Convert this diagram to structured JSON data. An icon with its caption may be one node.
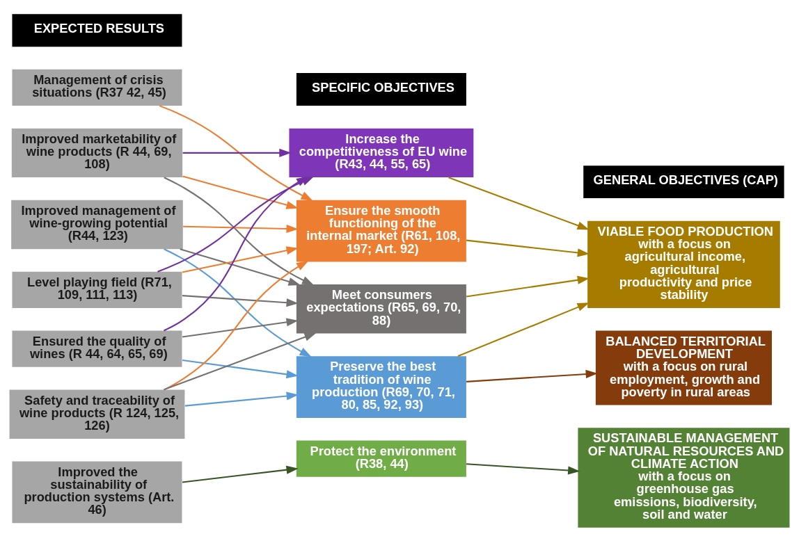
{
  "diagram": {
    "nodes": [
      {
        "text": [
          "EXPECTED RESULTS"
        ]
      },
      {
        "text": [
          "SPECIFIC OBJECTIVES"
        ]
      },
      {
        "text": [
          "GENERAL OBJECTIVES (CAP)"
        ]
      },
      {
        "text": [
          "Management of crisis situations (R37 42, 45)"
        ]
      },
      {
        "text": [
          "Improved marketability of wine products (R 44, 69, 108)"
        ]
      },
      {
        "text": [
          "Improved management of wine-growing potential (R44, 123)"
        ]
      },
      {
        "text": [
          "Level playing field (R71, 109, 111, 113)"
        ]
      },
      {
        "text": [
          "Ensured the quality of wines (R 44, 64, 65, 69)"
        ]
      },
      {
        "text": [
          "Safety and traceability of wine products (R 124, 125, 126)"
        ]
      },
      {
        "text": [
          "Improved the sustainability of production systems (Art. 46)"
        ]
      },
      {
        "text": [
          "Increase the competitiveness of EU wine (R43, 44, 55, 65)"
        ]
      },
      {
        "text": [
          "Ensure the smooth functioning of the internal market (R61, 108, 197; Art. 92)"
        ]
      },
      {
        "text": [
          "Meet consumers expectations (R65, 69, 70, 88)"
        ]
      },
      {
        "text": [
          "Preserve the best tradition of wine production (R69, 70, 71, 80, 85, 92, 93)"
        ]
      },
      {
        "text": [
          "Protect the environment (R38, 44)"
        ]
      },
      {
        "text": [
          "VIABLE FOOD PRODUCTION",
          "with a focus on agricultural income, agricultural productivity and price stability"
        ]
      },
      {
        "text": [
          "BALANCED TERRITORIAL DEVELOPMENT",
          "with a focus on rural employment, growth and poverty in rural areas"
        ]
      },
      {
        "text": [
          "SUSTAINABLE MANAGEMENT OF NATURAL RESOURCES AND CLIMATE ACTION",
          "with a focus on greenhouse gas emissions, biodiversity, soil and water"
        ]
      }
    ],
    "edges": [
      {
        "from": 3,
        "to": 11,
        "arrow": "to",
        "color": "#ed7d31"
      },
      {
        "from": 4,
        "to": 10,
        "arrow": "to",
        "color": "#7030a0"
      },
      {
        "from": 4,
        "to": 11,
        "arrow": "to",
        "color": "#ed7d31"
      },
      {
        "from": 4,
        "to": 12,
        "arrow": "to",
        "color": "#767171"
      },
      {
        "from": 5,
        "to": 11,
        "arrow": "to",
        "color": "#ed7d31"
      },
      {
        "from": 5,
        "to": 12,
        "arrow": "to",
        "color": "#767171"
      },
      {
        "from": 5,
        "to": 13,
        "arrow": "to",
        "color": "#5b9bd5"
      },
      {
        "from": 6,
        "to": 10,
        "arrow": "to",
        "color": "#7030a0"
      },
      {
        "from": 6,
        "to": 11,
        "arrow": "to",
        "color": "#ed7d31"
      },
      {
        "from": 6,
        "to": 12,
        "arrow": "to",
        "color": "#767171"
      },
      {
        "from": 7,
        "to": 10,
        "arrow": "to",
        "color": "#7030a0"
      },
      {
        "from": 7,
        "to": 12,
        "arrow": "to",
        "color": "#767171"
      },
      {
        "from": 7,
        "to": 13,
        "arrow": "to",
        "color": "#5b9bd5"
      },
      {
        "from": 8,
        "to": 11,
        "arrow": "to",
        "color": "#ed7d31"
      },
      {
        "from": 8,
        "to": 12,
        "arrow": "to",
        "color": "#767171"
      },
      {
        "from": 8,
        "to": 13,
        "arrow": "to",
        "color": "#5b9bd5"
      },
      {
        "from": 9,
        "to": 14,
        "arrow": "to",
        "color": "#375623"
      },
      {
        "from": 10,
        "to": 15,
        "arrow": "to",
        "color": "#a67c00"
      },
      {
        "from": 11,
        "to": 15,
        "arrow": "to",
        "color": "#a67c00"
      },
      {
        "from": 12,
        "to": 15,
        "arrow": "to",
        "color": "#a67c00"
      },
      {
        "from": 13,
        "to": 15,
        "arrow": "to",
        "color": "#a67c00"
      },
      {
        "from": 13,
        "to": 16,
        "arrow": "to",
        "color": "#843c0c"
      },
      {
        "from": 14,
        "to": 17,
        "arrow": "to",
        "color": "#375623"
      }
    ]
  }
}
